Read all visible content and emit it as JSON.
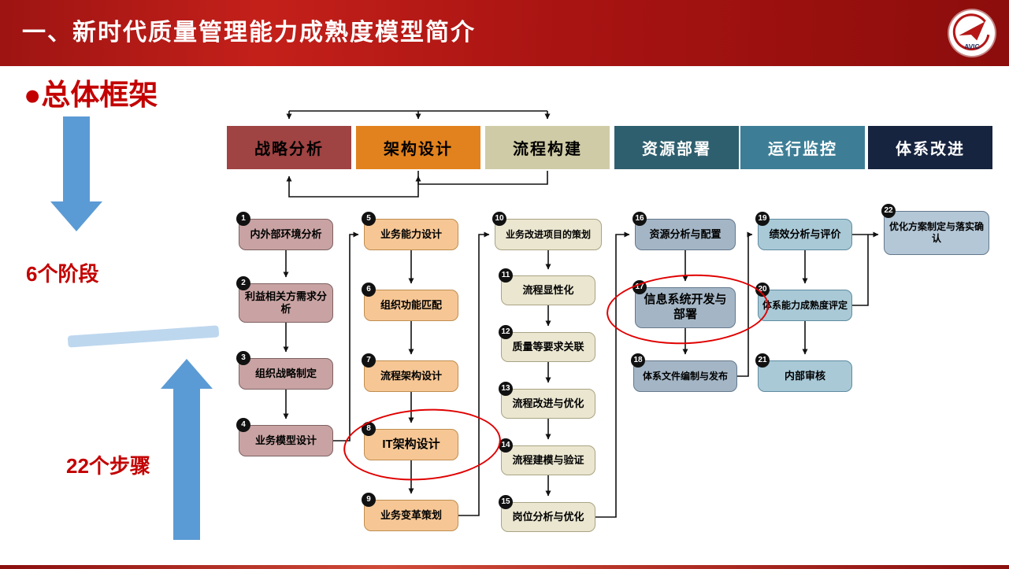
{
  "banner": {
    "title": "一、新时代质量管理能力成熟度模型简介",
    "logo_text": "AVIC"
  },
  "section": {
    "label": "●总体框架"
  },
  "annotations": {
    "stages": "6个阶段",
    "steps": "22个步骤"
  },
  "colors": {
    "banner_red": "#b11212",
    "accent_red": "#c30000",
    "arrow_blue": "#5b9bd5",
    "highlight_red": "#e00000"
  },
  "phases": [
    {
      "label": "战略分析",
      "bg": "#a04343",
      "fg": "#000000"
    },
    {
      "label": "架构设计",
      "bg": "#e2821e",
      "fg": "#000000"
    },
    {
      "label": "流程构建",
      "bg": "#cfcba6",
      "fg": "#000000"
    },
    {
      "label": "资源部署",
      "bg": "#2e5f6e",
      "fg": "#ffffff"
    },
    {
      "label": "运行监控",
      "bg": "#3d7e96",
      "fg": "#ffffff"
    },
    {
      "label": "体系改进",
      "bg": "#17243f",
      "fg": "#ffffff"
    }
  ],
  "steps": [
    {
      "num": 1,
      "label": "内外部环境分析"
    },
    {
      "num": 2,
      "label": "利益相关方需求分析"
    },
    {
      "num": 3,
      "label": "组织战略制定"
    },
    {
      "num": 4,
      "label": "业务模型设计"
    },
    {
      "num": 5,
      "label": "业务能力设计"
    },
    {
      "num": 6,
      "label": "组织功能匹配"
    },
    {
      "num": 7,
      "label": "流程架构设计"
    },
    {
      "num": 8,
      "label": "IT架构设计"
    },
    {
      "num": 9,
      "label": "业务变革策划"
    },
    {
      "num": 10,
      "label": "业务改进项目的策划"
    },
    {
      "num": 11,
      "label": "流程显性化"
    },
    {
      "num": 12,
      "label": "质量等要求关联"
    },
    {
      "num": 13,
      "label": "流程改进与优化"
    },
    {
      "num": 14,
      "label": "流程建模与验证"
    },
    {
      "num": 15,
      "label": "岗位分析与优化"
    },
    {
      "num": 16,
      "label": "资源分析与配置"
    },
    {
      "num": 17,
      "label": "信息系统开发与部署"
    },
    {
      "num": 18,
      "label": "体系文件编制与发布"
    },
    {
      "num": 19,
      "label": "绩效分析与评价"
    },
    {
      "num": 20,
      "label": "体系能力成熟度评定"
    },
    {
      "num": 21,
      "label": "内部审核"
    },
    {
      "num": 22,
      "label": "优化方案制定与落实确认"
    }
  ]
}
